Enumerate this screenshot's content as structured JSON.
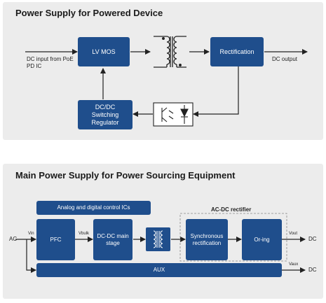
{
  "diagram1": {
    "title": "Power Supply for Powered Device",
    "input_label": "DC input from PoE PD IC",
    "lv_mos": "LV MOS",
    "rectification": "Rectification",
    "output_label": "DC output",
    "regulator": "DC/DC Switching Regulator",
    "icons": [
      "transformer-icon",
      "optocoupler-icon"
    ]
  },
  "diagram2": {
    "title": "Main Power Supply for Power Sourcing Equipment",
    "control_ics": "Analog and digital control ICs",
    "pfc": "PFC",
    "dcdc": "DC-DC main stage",
    "sync_rect": "Synchronous rectification",
    "oring": "Or-ing",
    "aux": "AUX",
    "rectifier_label": "AC-DC rectifier",
    "ac_in": "AC",
    "v_in": "Vin",
    "v_bulk": "Vbulk",
    "v_out": "Vout",
    "v_aux": "Vaux",
    "dc_out_1": "DC",
    "dc_out_2": "DC",
    "icons": [
      "transformer-icon"
    ]
  },
  "colors": {
    "box": "#1f4e8c",
    "panel": "#ececec",
    "line": "#222222"
  }
}
